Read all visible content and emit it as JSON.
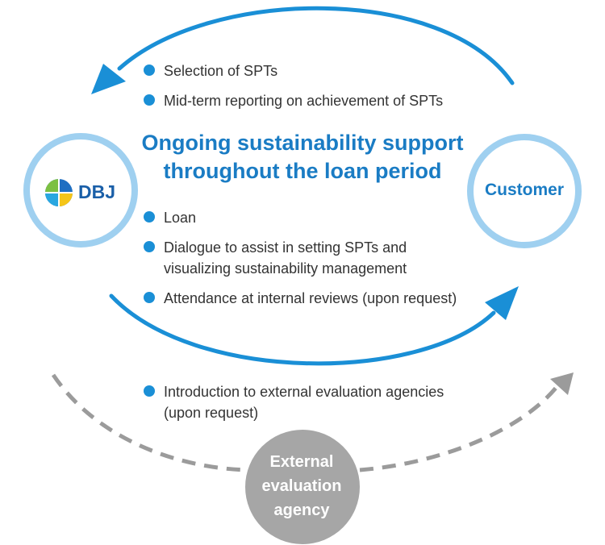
{
  "headline": {
    "line1": "Ongoing sustainability support",
    "line2": "throughout the loan period"
  },
  "nodes": {
    "dbj_logo_text": "DBJ",
    "customer": "Customer",
    "agency_lines": [
      "External",
      "evaluation",
      "agency"
    ]
  },
  "top_bullets": [
    "Selection of SPTs",
    "Mid-term reporting on achievement of SPTs"
  ],
  "middle_bullets": [
    "Loan",
    "Dialogue to assist in setting SPTs and",
    "visualizing sustainability management",
    "Attendance at internal reviews (upon request)"
  ],
  "bottom_bullet": {
    "line1": "Introduction to external evaluation agencies",
    "line2": "(upon request)"
  },
  "colors": {
    "arrow_blue": "#1a8fd6",
    "circle_light_blue": "#9fd0f0",
    "title_blue": "#1a7cc4",
    "gray": "#9b9b9b",
    "agency_circle": "#a6a6a6"
  }
}
